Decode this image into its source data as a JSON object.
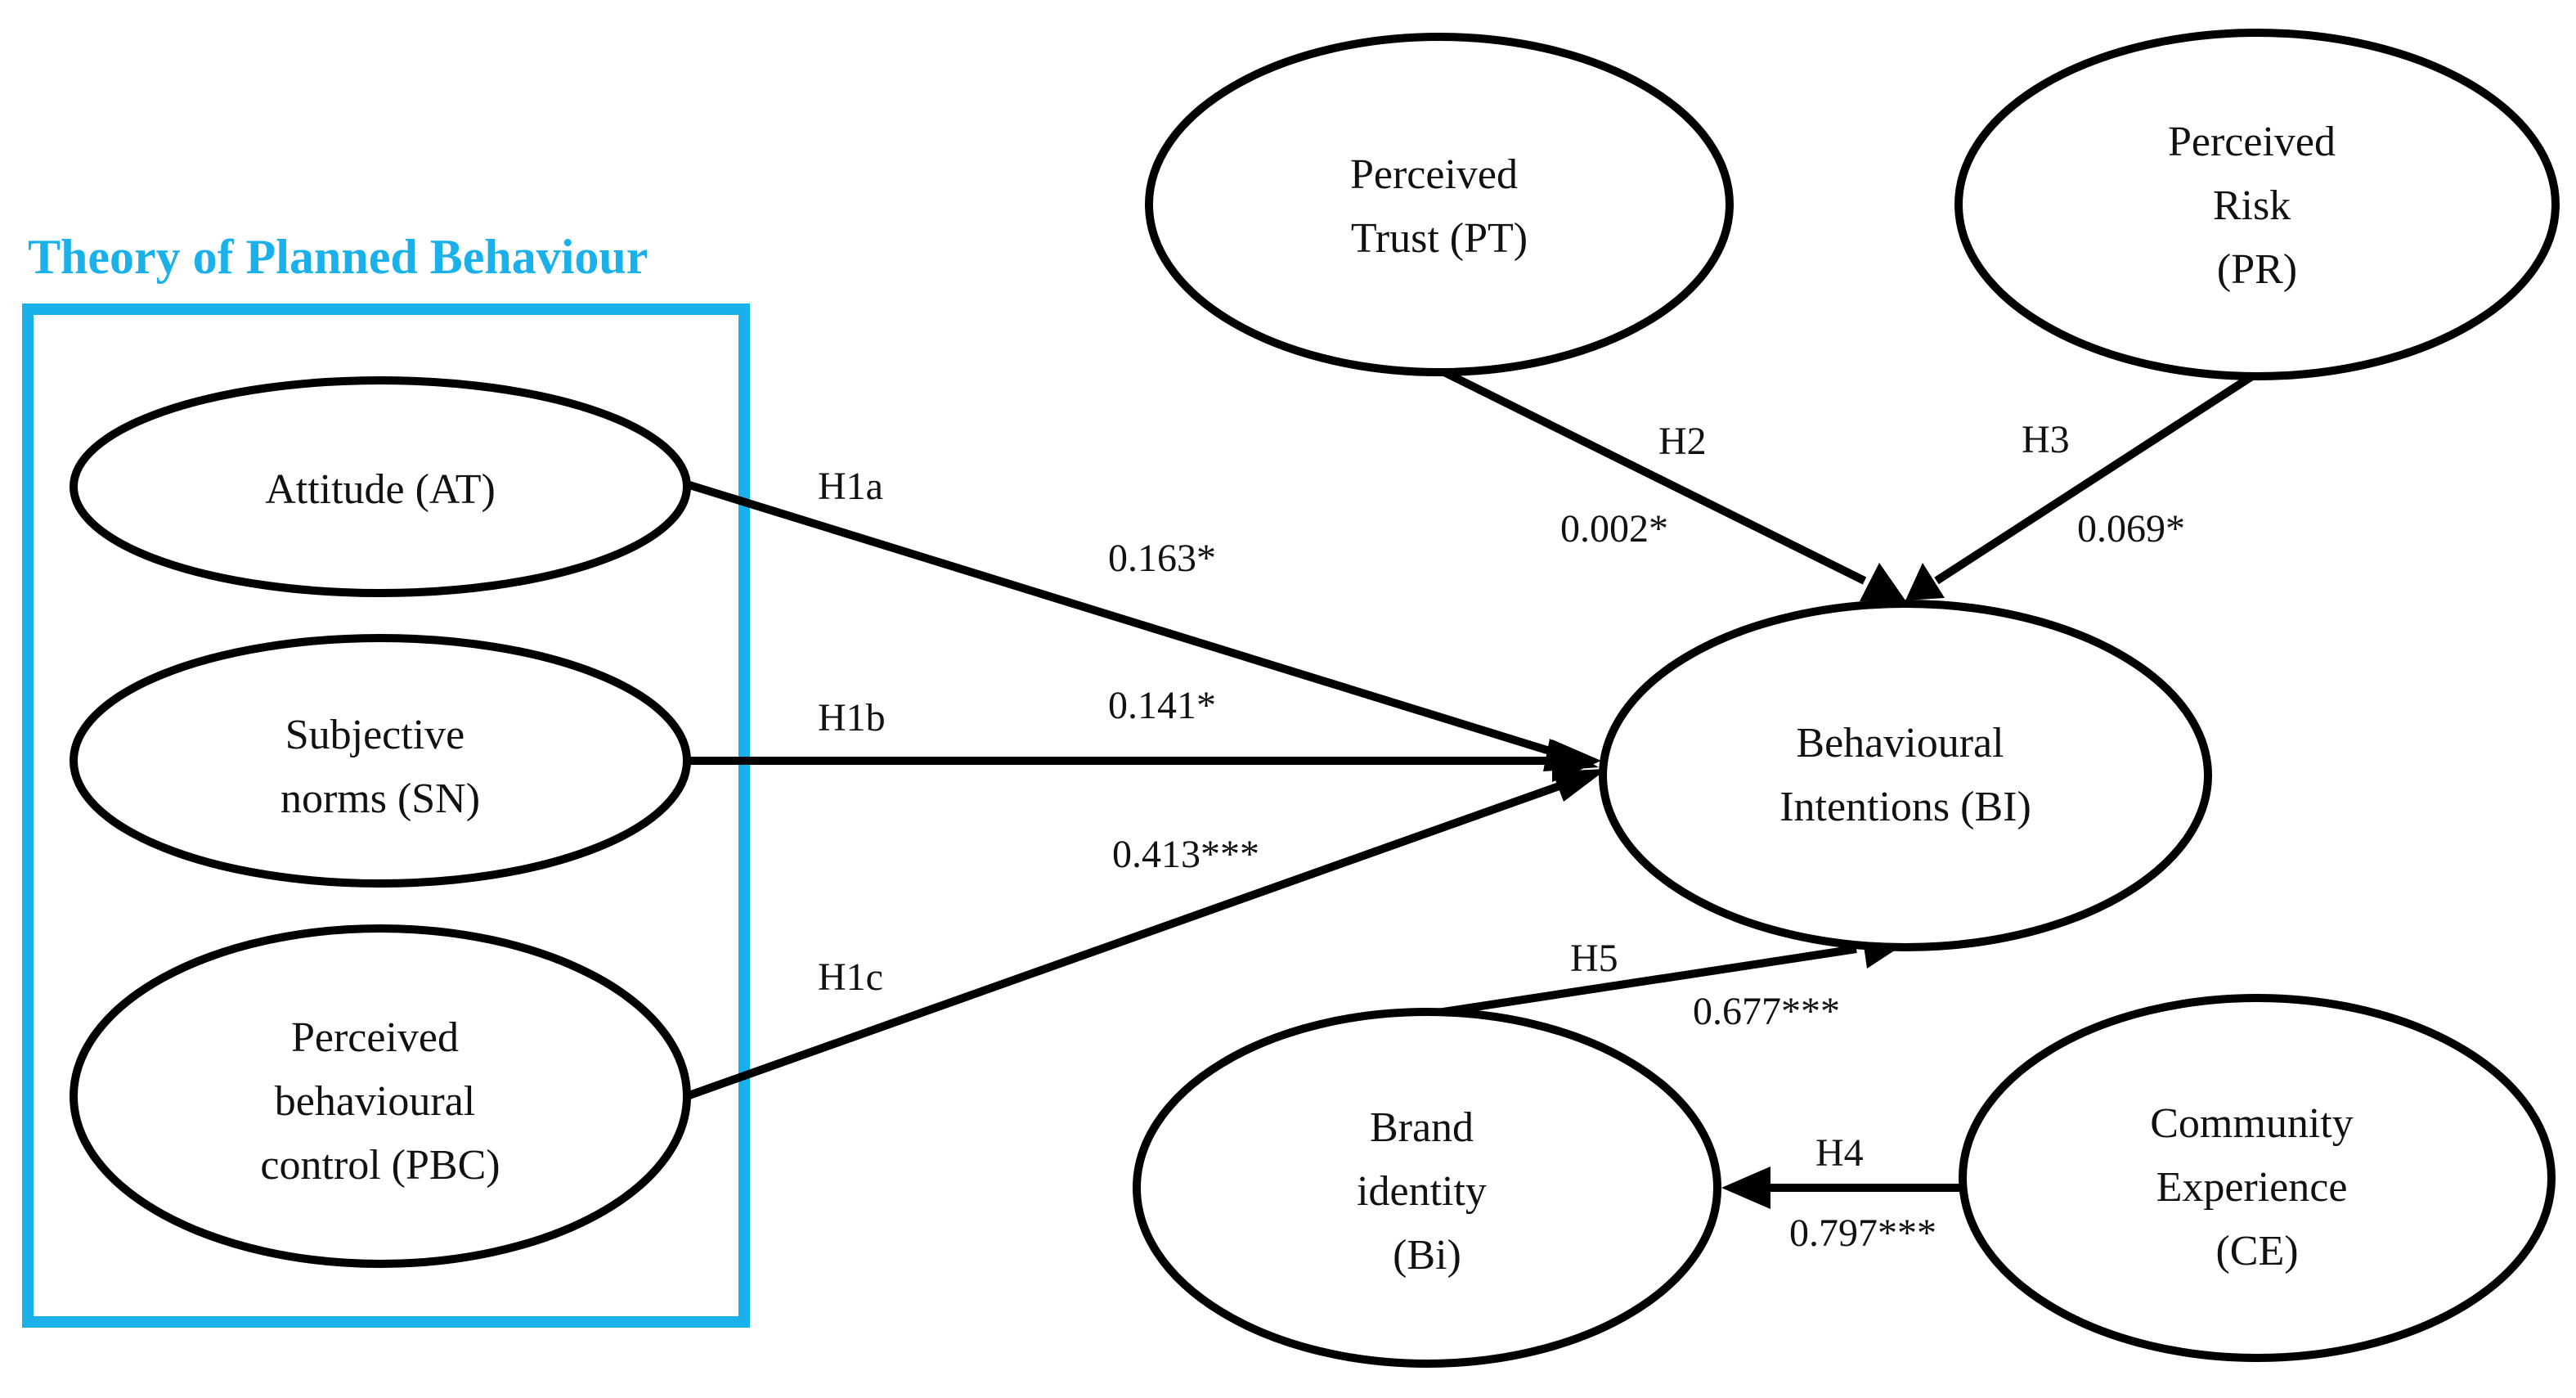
{
  "colors": {
    "accent": "#1ab0ea",
    "stroke": "#000000",
    "text": "#111111"
  },
  "group": {
    "title": "Theory of Planned Behaviour"
  },
  "nodes": {
    "at": {
      "lines": [
        "Attitude (AT)"
      ]
    },
    "sn": {
      "lines": [
        "Subjective",
        "norms (SN)"
      ]
    },
    "pbc": {
      "lines": [
        "Perceived",
        "behavioural",
        "control (PBC)"
      ]
    },
    "pt": {
      "lines": [
        "Perceived",
        "Trust (PT)"
      ]
    },
    "pr": {
      "lines": [
        "Perceived",
        "Risk",
        "(PR)"
      ]
    },
    "bi": {
      "lines": [
        "Behavioural",
        "Intentions (BI)"
      ]
    },
    "brand": {
      "lines": [
        "Brand",
        "identity",
        "(Bi)"
      ]
    },
    "ce": {
      "lines": [
        "Community",
        "Experience",
        "(CE)"
      ]
    }
  },
  "edges": {
    "h1a": {
      "hypothesis": "H1a",
      "coefficient": "0.163*"
    },
    "h1b": {
      "hypothesis": "H1b",
      "coefficient": "0.141*"
    },
    "h1c": {
      "hypothesis": "H1c",
      "coefficient": "0.413***"
    },
    "h2": {
      "hypothesis": "H2",
      "coefficient": "0.002*"
    },
    "h3": {
      "hypothesis": "H3",
      "coefficient": "0.069*"
    },
    "h4": {
      "hypothesis": "H4",
      "coefficient": "0.797***"
    },
    "h5": {
      "hypothesis": "H5",
      "coefficient": "0.677***"
    }
  }
}
